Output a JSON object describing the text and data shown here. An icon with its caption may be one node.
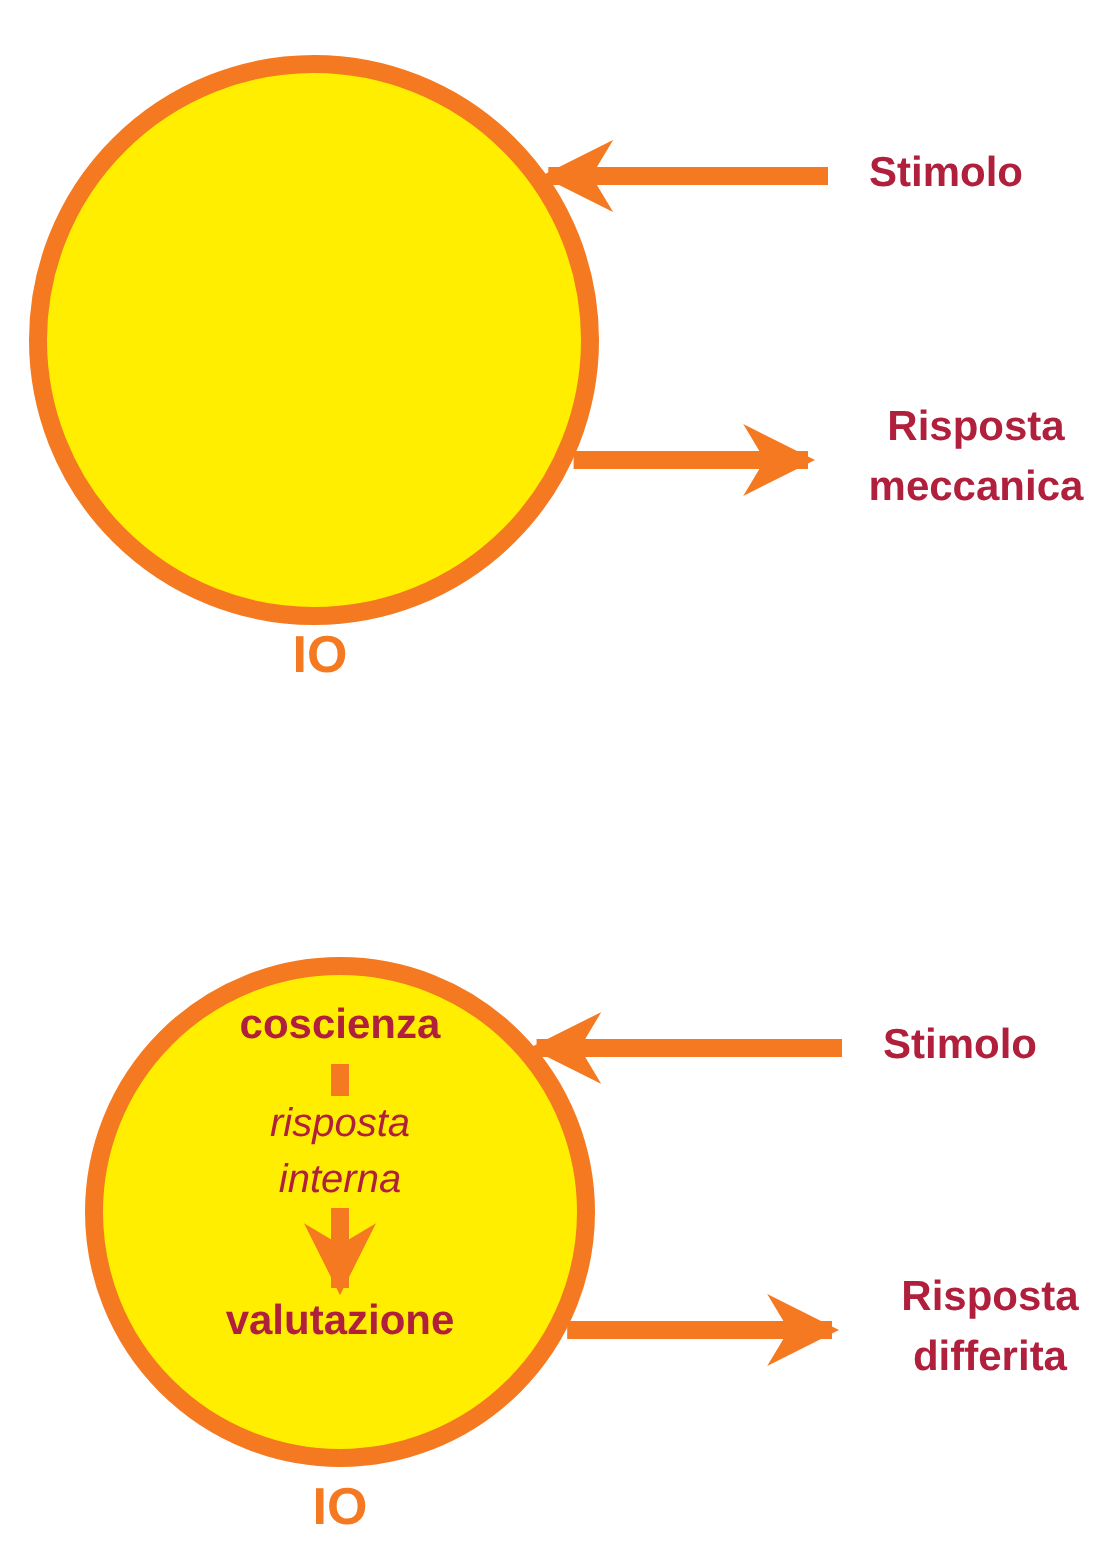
{
  "diagram": {
    "nodes": [
      {
        "text": [],
        "shape": "circle",
        "beside": [
          "IO"
        ]
      },
      {
        "text": [
          "Stimolo"
        ]
      },
      {
        "text": [
          "Risposta meccanica"
        ]
      },
      {
        "text": [],
        "shape": "circle",
        "beside": [
          "IO"
        ]
      },
      {
        "text": [
          "coscienza"
        ],
        "in": 3
      },
      {
        "text": [
          "valutazione"
        ],
        "in": 3
      },
      {
        "text": [
          "Stimolo"
        ]
      },
      {
        "text": [
          "Risposta differita"
        ]
      }
    ],
    "edges": [
      {
        "from": 1,
        "to": 0,
        "arrow": "to"
      },
      {
        "from": 0,
        "to": 2,
        "arrow": "to"
      },
      {
        "from": 4,
        "to": 5,
        "arrow": "to",
        "label": "risposta interna"
      },
      {
        "from": 6,
        "to": 3,
        "arrow": "to"
      },
      {
        "from": 3,
        "to": 7,
        "arrow": "to"
      }
    ]
  }
}
